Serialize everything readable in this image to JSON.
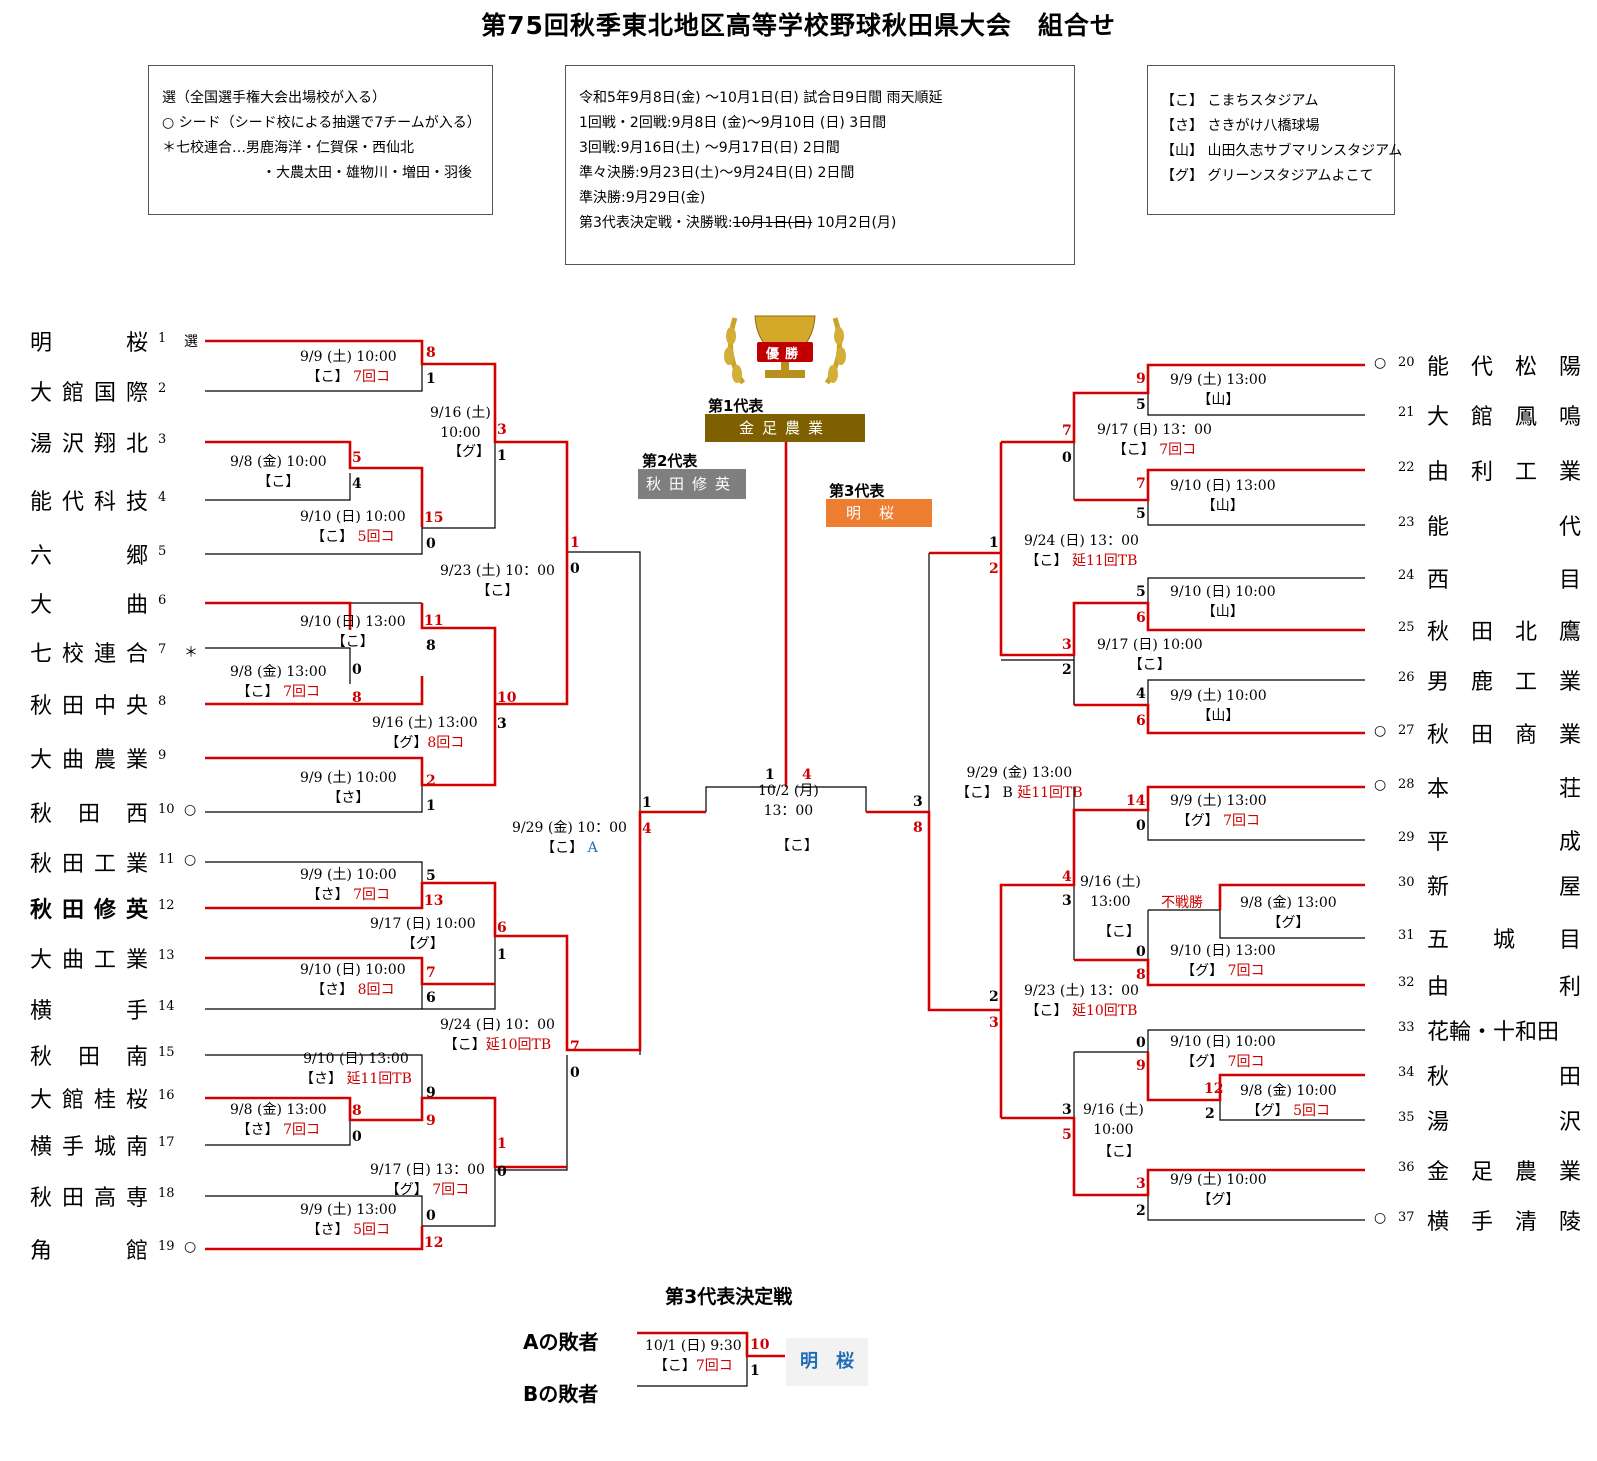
{
  "title": "第75回秋季東北地区高等学校野球秋田県大会　組合せ",
  "notes": {
    "left": [
      "選（全国選手権大会出場校が入る）",
      "○ シード（シード校による抽選で7チームが入る）",
      "＊七校連合…男鹿海洋・仁賀保・西仙北",
      "・大農太田・雄物川・増田・羽後"
    ],
    "center_lines": [
      "令和5年9月8日(金) ～10月1日(日)  試合日9日間 雨天順延",
      "1回戦・2回戦:9月8日 (金)～9月10日 (日)   3日間",
      "3回戦:9月16日(土) ～9月17日(日)  2日間",
      "準々決勝:9月23日(土)～9月24日(日)  2日間",
      "準決勝:9月29日(金)"
    ],
    "center_last_prefix": "第3代表決定戦・決勝戦:",
    "center_last_struck": "10月1日(日)",
    "center_last_suffix": " 10月2日(月)",
    "right": [
      "【こ】 こまちスタジアム",
      "【さ】 さきがけ八橋球場",
      "【山】 山田久志サブマリンスタジアム",
      "【グ】 グリーンスタジアムよこて"
    ]
  },
  "representatives": {
    "first_label": "第1代表",
    "first_team": "金足農業",
    "first_color": "#7f6000",
    "second_label": "第2代表",
    "second_team": "秋田修英",
    "second_color": "#7f7f7f",
    "third_label": "第3代表",
    "third_team": "明桜",
    "third_color": "#ed7d31",
    "trophy_text": "優勝"
  },
  "left_teams": [
    {
      "name": "明　　桜",
      "num": "1",
      "mark": "選"
    },
    {
      "name": "大館国際",
      "num": "2",
      "mark": ""
    },
    {
      "name": "湯沢翔北",
      "num": "3",
      "mark": ""
    },
    {
      "name": "能代科技",
      "num": "4",
      "mark": ""
    },
    {
      "name": "六　　郷",
      "num": "5",
      "mark": ""
    },
    {
      "name": "大　　曲",
      "num": "6",
      "mark": ""
    },
    {
      "name": "七校連合",
      "num": "7",
      "mark": "＊"
    },
    {
      "name": "秋田中央",
      "num": "8",
      "mark": ""
    },
    {
      "name": "大曲農業",
      "num": "9",
      "mark": ""
    },
    {
      "name": "秋　田　西",
      "num": "10",
      "mark": "○"
    },
    {
      "name": "秋田工業",
      "num": "11",
      "mark": "○"
    },
    {
      "name": "秋田修英",
      "num": "12",
      "mark": ""
    },
    {
      "name": "大曲工業",
      "num": "13",
      "mark": ""
    },
    {
      "name": "横　　手",
      "num": "14",
      "mark": ""
    },
    {
      "name": "秋　田　南",
      "num": "15",
      "mark": ""
    },
    {
      "name": "大館桂桜",
      "num": "16",
      "mark": ""
    },
    {
      "name": "横手城南",
      "num": "17",
      "mark": ""
    },
    {
      "name": "秋田高専",
      "num": "18",
      "mark": ""
    },
    {
      "name": "角　　館",
      "num": "19",
      "mark": "○"
    }
  ],
  "right_teams": [
    {
      "name": "能　代　松　陽",
      "num": "20",
      "mark": "○"
    },
    {
      "name": "大　館　鳳　鳴",
      "num": "21",
      "mark": ""
    },
    {
      "name": "由　利　工　業",
      "num": "22",
      "mark": ""
    },
    {
      "name": "能　　　　　代",
      "num": "23",
      "mark": ""
    },
    {
      "name": "西　　　　　目",
      "num": "24",
      "mark": ""
    },
    {
      "name": "秋　田　北　鷹",
      "num": "25",
      "mark": ""
    },
    {
      "name": "男　鹿　工　業",
      "num": "26",
      "mark": ""
    },
    {
      "name": "秋　田　商　業",
      "num": "27",
      "mark": "○"
    },
    {
      "name": "本　　　　　荘",
      "num": "28",
      "mark": "○"
    },
    {
      "name": "平　　　　　成",
      "num": "29",
      "mark": ""
    },
    {
      "name": "新　　　　　屋",
      "num": "30",
      "mark": ""
    },
    {
      "name": "五　　城　　目",
      "num": "31",
      "mark": ""
    },
    {
      "name": "由　　　　　利",
      "num": "32",
      "mark": ""
    },
    {
      "name": "花輪・十和田",
      "num": "33",
      "mark": ""
    },
    {
      "name": "秋　　　　　田",
      "num": "34",
      "mark": ""
    },
    {
      "name": "湯　　　　　沢",
      "num": "35",
      "mark": ""
    },
    {
      "name": "金　足　農　業",
      "num": "36",
      "mark": ""
    },
    {
      "name": "横　手　清　陵",
      "num": "37",
      "mark": "○"
    }
  ],
  "game_info": [
    {
      "l1": "9/9 (土) 10:00",
      "l2a": "【こ】",
      "l2b": " 7回コ"
    },
    {
      "l1": "9/16 (土)",
      "l2a": "10:00",
      "l2b": ""
    },
    {
      "l1": "【グ】",
      "l2a": "",
      "l2b": ""
    },
    {
      "l1": "9/8 (金) 10:00",
      "l2a": "【こ】",
      "l2b": ""
    },
    {
      "l1": "9/10 (日) 10:00",
      "l2a": "【こ】",
      "l2b": " 5回コ"
    },
    {
      "l1": "9/23 (土) 10：00",
      "l2a": "【こ】",
      "l2b": ""
    },
    {
      "l1": "9/10 (日) 13:00",
      "l2a": "【こ】",
      "l2b": ""
    },
    {
      "l1": "9/8 (金) 13:00",
      "l2a": "【こ】",
      "l2b": " 7回コ"
    },
    {
      "l1": "9/16 (土) 13:00",
      "l2a": "【グ】",
      "l2b": "8回コ"
    },
    {
      "l1": "9/9 (土) 10:00",
      "l2a": "【さ】",
      "l2b": ""
    },
    {
      "l1": "9/29 (金) 10：00",
      "l2a": "【こ】",
      "l2b": " A"
    },
    {
      "l1": "9/9 (土) 10:00",
      "l2a": "【さ】",
      "l2b": " 7回コ"
    },
    {
      "l1": "9/17 (日) 10:00",
      "l2a": "【グ】",
      "l2b": ""
    },
    {
      "l1": "9/10 (日) 10:00",
      "l2a": "【さ】",
      "l2b": " 8回コ"
    },
    {
      "l1": "9/24 (日) 10：00",
      "l2a": "【こ】",
      "l2b": "延10回TB"
    },
    {
      "l1": "9/10 (日) 13:00",
      "l2a": "【さ】",
      "l2b": " 延11回TB"
    },
    {
      "l1": "9/8 (金) 13:00",
      "l2a": "【さ】",
      "l2b": " 7回コ"
    },
    {
      "l1": "9/17 (日) 13：00",
      "l2a": "【グ】",
      "l2b": " 7回コ"
    },
    {
      "l1": "9/9 (土) 13:00",
      "l2a": "【さ】",
      "l2b": " 5回コ"
    },
    {
      "l1": "10/2 (月)",
      "l2a": "13：00",
      "l2b": ""
    },
    {
      "l1": "【こ】",
      "l2a": "",
      "l2b": ""
    },
    {
      "l1": "9/9 (土) 13:00",
      "l2a": "【山】",
      "l2b": ""
    },
    {
      "l1": "9/17 (日) 13：00",
      "l2a": "【こ】",
      "l2b": " 7回コ"
    },
    {
      "l1": "9/10 (日) 13:00",
      "l2a": "【山】",
      "l2b": ""
    },
    {
      "l1": "9/24 (日) 13：00",
      "l2a": "【こ】",
      "l2b": " 延11回TB"
    },
    {
      "l1": "9/10 (日) 10:00",
      "l2a": "【山】",
      "l2b": ""
    },
    {
      "l1": "9/17 (日) 10:00",
      "l2a": "【こ】",
      "l2b": ""
    },
    {
      "l1": "9/9 (土) 10:00",
      "l2a": "【山】",
      "l2b": ""
    },
    {
      "l1": "9/29 (金) 13:00",
      "l2a": "【こ】 B",
      "l2b": " 延11回TB"
    },
    {
      "l1": "9/9 (土) 13:00",
      "l2a": "【グ】",
      "l2b": " 7回コ"
    },
    {
      "l1": "9/16 (土)",
      "l2a": "13:00",
      "l2b": ""
    },
    {
      "l1": "【こ】",
      "l2a": "",
      "l2b": ""
    },
    {
      "l1": "9/8 (金) 13:00",
      "l2a": "【グ】",
      "l2b": ""
    },
    {
      "l1": "9/10 (日) 13:00",
      "l2a": "【グ】",
      "l2b": " 7回コ"
    },
    {
      "l1": "9/23 (土) 13：00",
      "l2a": "【こ】",
      "l2b": " 延10回TB"
    },
    {
      "l1": "9/10 (日) 10:00",
      "l2a": "【グ】",
      "l2b": " 7回コ"
    },
    {
      "l1": "9/8 (金) 10:00",
      "l2a": "【グ】",
      "l2b": " 5回コ"
    },
    {
      "l1": "9/16 (土)",
      "l2a": "10:00",
      "l2b": ""
    },
    {
      "l1": "【こ】",
      "l2a": "",
      "l2b": ""
    },
    {
      "l1": "9/9 (土) 10:00",
      "l2a": "【グ】",
      "l2b": ""
    },
    {
      "l1": "10/1 (日) 9:30",
      "l2a": "【こ】",
      "l2b": "7回コ"
    }
  ],
  "default_win": "不戦勝",
  "scores": {
    "s1": "8",
    "s2": "1",
    "s3": "3",
    "s4": "1",
    "s5": "5",
    "s6": "4",
    "s7": "15",
    "s8": "0",
    "s9": "1",
    "s10": "0",
    "s11": "11",
    "s12": "8",
    "s13": "0",
    "s14": "8",
    "s15": "10",
    "s16": "3",
    "s17": "2",
    "s18": "1",
    "s19": "1",
    "s20": "4",
    "s21": "5",
    "s22": "13",
    "s23": "6",
    "s24": "1",
    "s25": "7",
    "s26": "0",
    "s27": "7",
    "s28": "6",
    "s29": "8",
    "s30": "0",
    "s31": "9",
    "s32": "9",
    "s33": "0",
    "s34": "0",
    "s35": "12",
    "s36": "1",
    "s37": "4",
    "r1": "9",
    "r2": "5",
    "r3": "7",
    "r4": "0",
    "r5": "7",
    "r6": "5",
    "r7": "1",
    "r8": "2",
    "r9": "5",
    "r10": "6",
    "r11": "3",
    "r12": "2",
    "r13": "4",
    "r14": "6",
    "r15": "3",
    "r16": "8",
    "r17": "14",
    "r18": "0",
    "r19": "4",
    "r20": "3",
    "r21": "0",
    "r22": "8",
    "r23": "2",
    "r24": "3",
    "r25": "0",
    "r26": "9",
    "r27": "12",
    "r28": "2",
    "r29": "3",
    "r30": "5",
    "r31": "3",
    "r32": "2",
    "t1": "10",
    "t2": "1"
  },
  "third_place": {
    "title": "第3代表決定戦",
    "a_label": "Aの敗者",
    "b_label": "Bの敗者",
    "winner": "明　桜"
  }
}
